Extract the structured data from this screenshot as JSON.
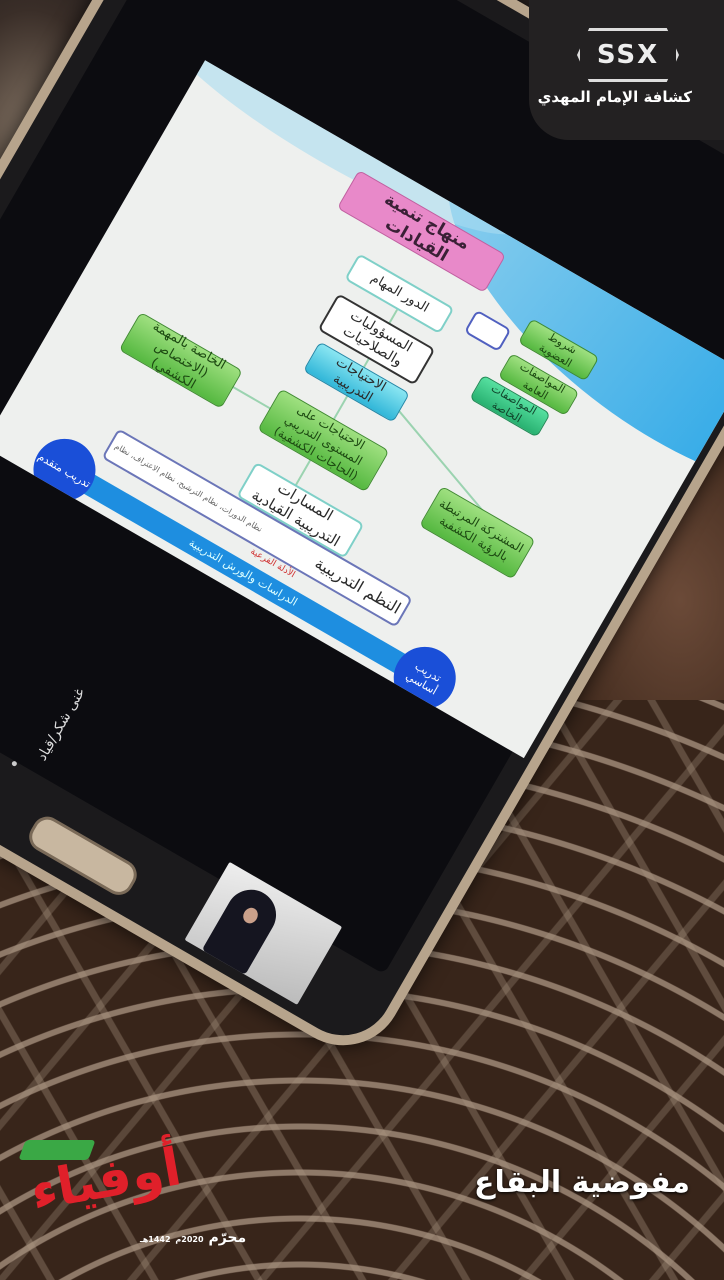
{
  "brand": {
    "logo_text": "كشافة الإمام المهدي",
    "logo_mark": "SSX"
  },
  "slide": {
    "title": "منهاج تنمية القيادات",
    "role": "الدور المهام",
    "responsibilities": "المسؤوليات والصلاحيات",
    "training_needs": "الاحتياجات التدريبية",
    "specialty_needs": "الخاصة بالمهمة (الاختصاص الكشفي)",
    "level_needs": "الاحتياجات على المستوى التدريبي (الحاجات الكشفية)",
    "membership": "شروط العضوية",
    "general_specs": "المواصفات العامة",
    "special_specs": "المواصفات الخاصة",
    "shared_vision": "المشتركة المرتبطة بالرؤية الكشفية",
    "leadership_paths": "المسارات التدريبية القيادية",
    "training_systems": "النظم التدريبية",
    "systems_detail": "نظام الدورات، نظام الترشيح، نظام الاعتراف، نظام",
    "sub_guides": "الأدلة الفرعية",
    "studies": "الدراسات والورش التدريبية",
    "advanced": "تدريب متقدم",
    "basic": "تدريب أساسي"
  },
  "phone": {
    "participant_label": "غنى شكر/قياد"
  },
  "footer": {
    "region": "مفوضية البقاع",
    "badge_word": "أوفياء",
    "month": "محرّم",
    "year_g": "2020م",
    "year_h": "1442هـ"
  },
  "colors": {
    "accent_red": "#e0202a",
    "slide_blue": "#1e8ee0",
    "green": "#55b840"
  }
}
